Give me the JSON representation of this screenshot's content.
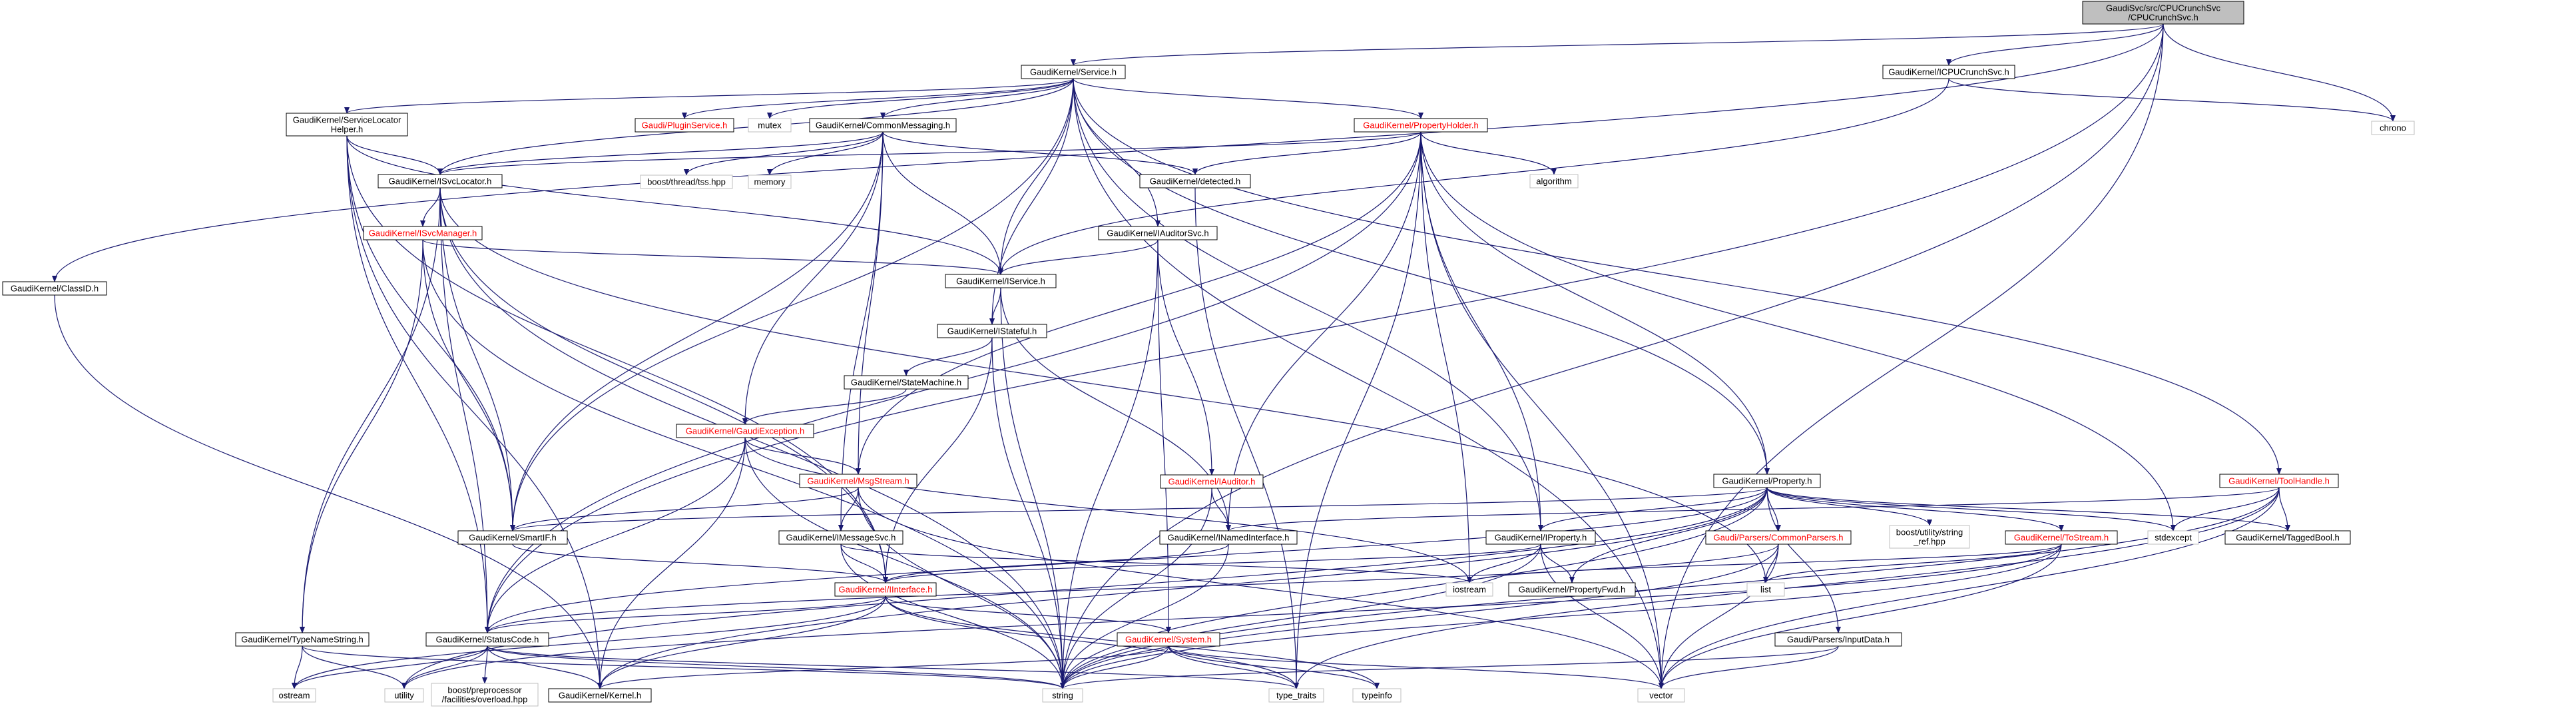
{
  "graph": {
    "root": "GaudiSvc/src/CPUCrunchSvc/CPUCrunchSvc.h",
    "colors": {
      "edge": "#191970",
      "text_normal": "#000000",
      "text_missing": "#ff0000",
      "border_normal": "#000000",
      "border_external": "#bfbfbf",
      "root_fill": "#bfbfbf",
      "node_fill": "#ffffff"
    },
    "nodes": [
      {
        "id": "root",
        "lines": [
          "GaudiSvc/src/CPUCrunchSvc",
          "/CPUCrunchSvc.h"
        ],
        "kind": "root"
      },
      {
        "id": "service",
        "lines": [
          "GaudiKernel/Service.h"
        ],
        "kind": "normal"
      },
      {
        "id": "icpucrunchsvc",
        "lines": [
          "GaudiKernel/ICPUCrunchSvc.h"
        ],
        "kind": "normal"
      },
      {
        "id": "chrono",
        "lines": [
          "chrono"
        ],
        "kind": "external"
      },
      {
        "id": "classid",
        "lines": [
          "GaudiKernel/ClassID.h"
        ],
        "kind": "normal"
      },
      {
        "id": "svclocatorhelper",
        "lines": [
          "GaudiKernel/ServiceLocator",
          "Helper.h"
        ],
        "kind": "normal"
      },
      {
        "id": "pluginservice",
        "lines": [
          "Gaudi/PluginService.h"
        ],
        "kind": "missing"
      },
      {
        "id": "mutex",
        "lines": [
          "mutex"
        ],
        "kind": "external"
      },
      {
        "id": "commonmessaging",
        "lines": [
          "GaudiKernel/CommonMessaging.h"
        ],
        "kind": "normal"
      },
      {
        "id": "propertyholder",
        "lines": [
          "GaudiKernel/PropertyHolder.h"
        ],
        "kind": "missing"
      },
      {
        "id": "isvclocator",
        "lines": [
          "GaudiKernel/ISvcLocator.h"
        ],
        "kind": "normal"
      },
      {
        "id": "threadtss",
        "lines": [
          "boost/thread/tss.hpp"
        ],
        "kind": "external"
      },
      {
        "id": "memory",
        "lines": [
          "memory"
        ],
        "kind": "external"
      },
      {
        "id": "detected",
        "lines": [
          "GaudiKernel/detected.h"
        ],
        "kind": "normal"
      },
      {
        "id": "algorithm",
        "lines": [
          "algorithm"
        ],
        "kind": "external"
      },
      {
        "id": "isvcmanager",
        "lines": [
          "GaudiKernel/ISvcManager.h"
        ],
        "kind": "missing"
      },
      {
        "id": "iauditorsvc",
        "lines": [
          "GaudiKernel/IAuditorSvc.h"
        ],
        "kind": "normal"
      },
      {
        "id": "iservice",
        "lines": [
          "GaudiKernel/IService.h"
        ],
        "kind": "normal"
      },
      {
        "id": "istateful",
        "lines": [
          "GaudiKernel/IStateful.h"
        ],
        "kind": "normal"
      },
      {
        "id": "statemachine",
        "lines": [
          "GaudiKernel/StateMachine.h"
        ],
        "kind": "normal"
      },
      {
        "id": "gaudiexception",
        "lines": [
          "GaudiKernel/GaudiException.h"
        ],
        "kind": "missing"
      },
      {
        "id": "iauditor",
        "lines": [
          "GaudiKernel/IAuditor.h"
        ],
        "kind": "missing"
      },
      {
        "id": "property",
        "lines": [
          "GaudiKernel/Property.h"
        ],
        "kind": "normal"
      },
      {
        "id": "toolhandle",
        "lines": [
          "GaudiKernel/ToolHandle.h"
        ],
        "kind": "missing"
      },
      {
        "id": "msgstream",
        "lines": [
          "GaudiKernel/MsgStream.h"
        ],
        "kind": "missing"
      },
      {
        "id": "smartif",
        "lines": [
          "GaudiKernel/SmartIF.h"
        ],
        "kind": "normal"
      },
      {
        "id": "imessagesvc",
        "lines": [
          "GaudiKernel/IMessageSvc.h"
        ],
        "kind": "normal"
      },
      {
        "id": "inamedinterface",
        "lines": [
          "GaudiKernel/INamedInterface.h"
        ],
        "kind": "normal"
      },
      {
        "id": "iproperty",
        "lines": [
          "GaudiKernel/IProperty.h"
        ],
        "kind": "normal"
      },
      {
        "id": "commonparsers",
        "lines": [
          "Gaudi/Parsers/CommonParsers.h"
        ],
        "kind": "missing"
      },
      {
        "id": "stringref",
        "lines": [
          "boost/utility/string",
          "_ref.hpp"
        ],
        "kind": "external"
      },
      {
        "id": "tostream",
        "lines": [
          "GaudiKernel/ToStream.h"
        ],
        "kind": "missing"
      },
      {
        "id": "stdexcept",
        "lines": [
          "stdexcept"
        ],
        "kind": "external"
      },
      {
        "id": "taggedbool",
        "lines": [
          "GaudiKernel/TaggedBool.h"
        ],
        "kind": "normal"
      },
      {
        "id": "iinterface",
        "lines": [
          "GaudiKernel/IInterface.h"
        ],
        "kind": "missing"
      },
      {
        "id": "iostream",
        "lines": [
          "iostream"
        ],
        "kind": "external"
      },
      {
        "id": "list",
        "lines": [
          "list"
        ],
        "kind": "external"
      },
      {
        "id": "propertyfwd",
        "lines": [
          "GaudiKernel/PropertyFwd.h"
        ],
        "kind": "normal"
      },
      {
        "id": "typenamestring",
        "lines": [
          "GaudiKernel/TypeNameString.h"
        ],
        "kind": "normal"
      },
      {
        "id": "statuscode",
        "lines": [
          "GaudiKernel/StatusCode.h"
        ],
        "kind": "normal"
      },
      {
        "id": "system",
        "lines": [
          "GaudiKernel/System.h"
        ],
        "kind": "missing"
      },
      {
        "id": "inputdata",
        "lines": [
          "Gaudi/Parsers/InputData.h"
        ],
        "kind": "normal"
      },
      {
        "id": "ostream",
        "lines": [
          "ostream"
        ],
        "kind": "external"
      },
      {
        "id": "utility",
        "lines": [
          "utility"
        ],
        "kind": "external"
      },
      {
        "id": "overload",
        "lines": [
          "boost/preprocessor",
          "/facilities/overload.hpp"
        ],
        "kind": "external"
      },
      {
        "id": "kernel",
        "lines": [
          "GaudiKernel/Kernel.h"
        ],
        "kind": "normal"
      },
      {
        "id": "string",
        "lines": [
          "string"
        ],
        "kind": "external"
      },
      {
        "id": "typetraits",
        "lines": [
          "type_traits"
        ],
        "kind": "external"
      },
      {
        "id": "typeinfo",
        "lines": [
          "typeinfo"
        ],
        "kind": "external"
      },
      {
        "id": "vector",
        "lines": [
          "vector"
        ],
        "kind": "external"
      }
    ],
    "edges": [
      [
        "root",
        "service"
      ],
      [
        "root",
        "icpucrunchsvc"
      ],
      [
        "root",
        "chrono"
      ],
      [
        "root",
        "classid"
      ],
      [
        "root",
        "statuscode"
      ],
      [
        "root",
        "string"
      ],
      [
        "root",
        "vector"
      ],
      [
        "service",
        "svclocatorhelper"
      ],
      [
        "service",
        "pluginservice"
      ],
      [
        "service",
        "mutex"
      ],
      [
        "service",
        "commonmessaging"
      ],
      [
        "service",
        "propertyholder"
      ],
      [
        "service",
        "isvclocator"
      ],
      [
        "service",
        "iservice"
      ],
      [
        "service",
        "istateful"
      ],
      [
        "service",
        "iauditorsvc"
      ],
      [
        "service",
        "property"
      ],
      [
        "service",
        "toolhandle"
      ],
      [
        "service",
        "iproperty"
      ],
      [
        "service",
        "smartif"
      ],
      [
        "service",
        "vector"
      ],
      [
        "icpucrunchsvc",
        "iservice"
      ],
      [
        "icpucrunchsvc",
        "chrono"
      ],
      [
        "classid",
        "kernel"
      ],
      [
        "svclocatorhelper",
        "isvclocator"
      ],
      [
        "svclocatorhelper",
        "iservice"
      ],
      [
        "svclocatorhelper",
        "smartif"
      ],
      [
        "svclocatorhelper",
        "statuscode"
      ],
      [
        "svclocatorhelper",
        "kernel"
      ],
      [
        "svclocatorhelper",
        "iinterface"
      ],
      [
        "commonmessaging",
        "isvclocator"
      ],
      [
        "commonmessaging",
        "threadtss"
      ],
      [
        "commonmessaging",
        "memory"
      ],
      [
        "commonmessaging",
        "detected"
      ],
      [
        "commonmessaging",
        "iservice"
      ],
      [
        "commonmessaging",
        "msgstream"
      ],
      [
        "commonmessaging",
        "imessagesvc"
      ],
      [
        "commonmessaging",
        "smartif"
      ],
      [
        "commonmessaging",
        "gaudiexception"
      ],
      [
        "propertyholder",
        "isvclocator"
      ],
      [
        "propertyholder",
        "detected"
      ],
      [
        "propertyholder",
        "algorithm"
      ],
      [
        "propertyholder",
        "property"
      ],
      [
        "propertyholder",
        "iproperty"
      ],
      [
        "propertyholder",
        "inamedinterface"
      ],
      [
        "propertyholder",
        "msgstream"
      ],
      [
        "propertyholder",
        "stdexcept"
      ],
      [
        "propertyholder",
        "iostream"
      ],
      [
        "propertyholder",
        "typetraits"
      ],
      [
        "propertyholder",
        "statuscode"
      ],
      [
        "propertyholder",
        "vector"
      ],
      [
        "isvclocator",
        "isvcmanager"
      ],
      [
        "isvclocator",
        "smartif"
      ],
      [
        "isvclocator",
        "typenamestring"
      ],
      [
        "isvclocator",
        "statuscode"
      ],
      [
        "isvclocator",
        "iinterface"
      ],
      [
        "isvclocator",
        "string"
      ],
      [
        "isvclocator",
        "list"
      ],
      [
        "detected",
        "typetraits"
      ],
      [
        "isvcmanager",
        "iservice"
      ],
      [
        "isvcmanager",
        "smartif"
      ],
      [
        "isvcmanager",
        "typenamestring"
      ],
      [
        "isvcmanager",
        "string"
      ],
      [
        "iauditorsvc",
        "iservice"
      ],
      [
        "iauditorsvc",
        "iauditor"
      ],
      [
        "iauditorsvc",
        "system"
      ],
      [
        "iauditorsvc",
        "string"
      ],
      [
        "iservice",
        "istateful"
      ],
      [
        "iservice",
        "inamedinterface"
      ],
      [
        "iservice",
        "string"
      ],
      [
        "istateful",
        "statemachine"
      ],
      [
        "istateful",
        "iinterface"
      ],
      [
        "istateful",
        "string"
      ],
      [
        "statemachine",
        "gaudiexception"
      ],
      [
        "gaudiexception",
        "msgstream"
      ],
      [
        "gaudiexception",
        "statuscode"
      ],
      [
        "gaudiexception",
        "kernel"
      ],
      [
        "gaudiexception",
        "string"
      ],
      [
        "gaudiexception",
        "iostream"
      ],
      [
        "iauditor",
        "inamedinterface"
      ],
      [
        "iauditor",
        "string"
      ],
      [
        "property",
        "iproperty"
      ],
      [
        "property",
        "propertyfwd"
      ],
      [
        "property",
        "commonparsers"
      ],
      [
        "property",
        "stringref"
      ],
      [
        "property",
        "tostream"
      ],
      [
        "property",
        "stdexcept"
      ],
      [
        "property",
        "taggedbool"
      ],
      [
        "property",
        "inputdata"
      ],
      [
        "property",
        "smartif"
      ],
      [
        "property",
        "string"
      ],
      [
        "property",
        "utility"
      ],
      [
        "property",
        "kernel"
      ],
      [
        "property",
        "statuscode"
      ],
      [
        "toolhandle",
        "stdexcept"
      ],
      [
        "toolhandle",
        "taggedbool"
      ],
      [
        "toolhandle",
        "inamedinterface"
      ],
      [
        "toolhandle",
        "string"
      ],
      [
        "toolhandle",
        "vector"
      ],
      [
        "toolhandle",
        "typetraits"
      ],
      [
        "msgstream",
        "imessagesvc"
      ],
      [
        "msgstream",
        "smartif"
      ],
      [
        "msgstream",
        "string"
      ],
      [
        "msgstream",
        "vector"
      ],
      [
        "smartif",
        "iinterface"
      ],
      [
        "imessagesvc",
        "iinterface"
      ],
      [
        "imessagesvc",
        "string"
      ],
      [
        "imessagesvc",
        "iostream"
      ],
      [
        "inamedinterface",
        "iinterface"
      ],
      [
        "inamedinterface",
        "string"
      ],
      [
        "iproperty",
        "propertyfwd"
      ],
      [
        "iproperty",
        "iinterface"
      ],
      [
        "iproperty",
        "iostream"
      ],
      [
        "iproperty",
        "string"
      ],
      [
        "iproperty",
        "vector"
      ],
      [
        "commonparsers",
        "list"
      ],
      [
        "commonparsers",
        "vector"
      ],
      [
        "commonparsers",
        "string"
      ],
      [
        "commonparsers",
        "statuscode"
      ],
      [
        "tostream",
        "iostream"
      ],
      [
        "tostream",
        "list"
      ],
      [
        "tostream",
        "vector"
      ],
      [
        "tostream",
        "string"
      ],
      [
        "tostream",
        "utility"
      ],
      [
        "iinterface",
        "statuscode"
      ],
      [
        "iinterface",
        "system"
      ],
      [
        "iinterface",
        "kernel"
      ],
      [
        "iinterface",
        "ostream"
      ],
      [
        "iinterface",
        "typetraits"
      ],
      [
        "iinterface",
        "typeinfo"
      ],
      [
        "typenamestring",
        "ostream"
      ],
      [
        "typenamestring",
        "utility"
      ],
      [
        "typenamestring",
        "string"
      ],
      [
        "statuscode",
        "ostream"
      ],
      [
        "statuscode",
        "utility"
      ],
      [
        "statuscode",
        "overload"
      ],
      [
        "statuscode",
        "kernel"
      ],
      [
        "statuscode",
        "typetraits"
      ],
      [
        "statuscode",
        "string"
      ],
      [
        "system",
        "kernel"
      ],
      [
        "system",
        "string"
      ],
      [
        "system",
        "typeinfo"
      ],
      [
        "system",
        "vector"
      ],
      [
        "system",
        "typetraits"
      ],
      [
        "inputdata",
        "string"
      ],
      [
        "inputdata",
        "vector"
      ]
    ]
  }
}
